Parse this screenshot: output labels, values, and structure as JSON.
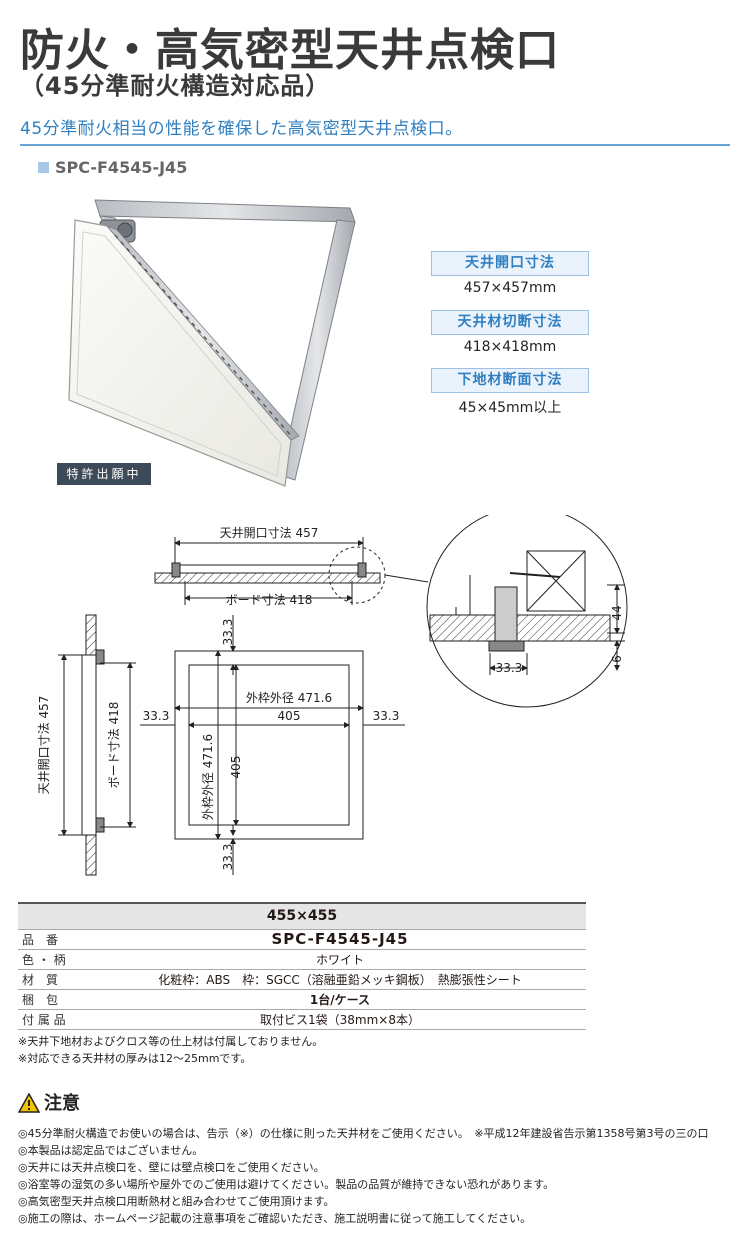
{
  "header": {
    "title": "防火・高気密型天井点検口",
    "subtitle": "（45分準耐火構造対応品）",
    "lead": "45分準耐火相当の性能を確保した高気密型天井点検口。"
  },
  "model": {
    "name": "SPC-F4545-J45"
  },
  "photo": {
    "badge": "特許出願中"
  },
  "specs": [
    {
      "label": "天井開口寸法",
      "value": "457×457mm"
    },
    {
      "label": "天井材切断寸法",
      "value": "418×418mm"
    },
    {
      "label": "下地材断面寸法",
      "value": "45×45mm以上"
    }
  ],
  "drawing": {
    "top_opening": "天井開口寸法 457",
    "top_board": "ボード寸法 418",
    "side_opening": "天井開口寸法 457",
    "side_board": "ボード寸法 418",
    "outer_h": "外枠外径 471.6",
    "outer_v": "外枠外径 471.6",
    "dim_405_h": "405",
    "dim_405_v": "405",
    "dim_333_left": "33.3",
    "dim_333_right": "33.3",
    "dim_333_top": "33.3",
    "dim_333_bottom": "33.3",
    "detail_44": "44",
    "detail_6": "6",
    "detail_333": "33.3"
  },
  "table": {
    "size": "455×455",
    "rows": [
      {
        "label": "品　番",
        "value": "SPC-F4545-J45"
      },
      {
        "label": "色 ・ 柄",
        "value": "ホワイト"
      },
      {
        "label": "材　質",
        "value": "化粧枠：ABS　枠：SGCC（溶融亜鉛メッキ鋼板）　熱膨張性シート"
      },
      {
        "label": "梱　包",
        "value": "1台/ケース"
      },
      {
        "label": "付 属 品",
        "value": "取付ビス1袋（38mm×8本）"
      }
    ]
  },
  "notes": [
    "※天井下地材およびクロス等の仕上材は付属しておりません。",
    "※対応できる天井材の厚みは12〜25mmです。"
  ],
  "caution": {
    "title": "注意",
    "lines": [
      "◎45分準耐火構造でお使いの場合は、告示（※）の仕様に則った天井材をご使用ください。　※平成12年建設省告示第1358号第3号の三の口",
      "◎本製品は認定品ではございません。",
      "◎天井には天井点検口を、壁には壁点検口をご使用ください。",
      "◎浴室等の湿気の多い場所や屋外でのご使用は避けてください。製品の品質が維持できない恐れがあります。",
      "◎高気密型天井点検口用断熱材と組み合わせてご使用頂けます。",
      "◎施工の際は、ホームページ記載の注意事項をご確認いただき、施工説明書に従って施工してください。"
    ]
  },
  "colors": {
    "accent": "#2f7fc1",
    "rule": "#6aa3d5"
  }
}
